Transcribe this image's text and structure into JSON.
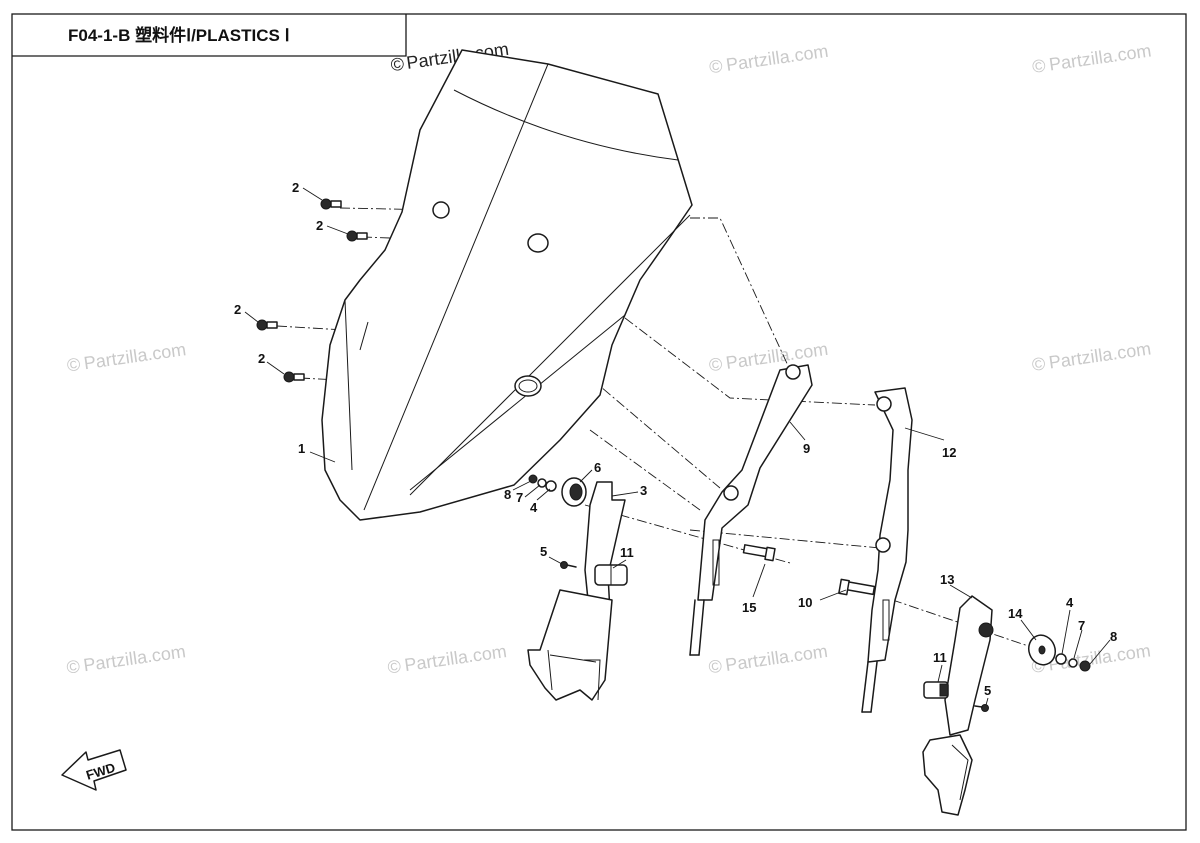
{
  "title": "F04-1-B 塑料件Ⅰ/PLASTICS Ⅰ",
  "watermark": "Partzilla.com",
  "watermark_symbol": "©",
  "fwd_label": "FWD",
  "callouts": [
    "1",
    "2",
    "2",
    "2",
    "2",
    "3",
    "4",
    "4",
    "5",
    "5",
    "6",
    "7",
    "7",
    "8",
    "8",
    "9",
    "10",
    "11",
    "11",
    "12",
    "13",
    "14",
    "15"
  ]
}
